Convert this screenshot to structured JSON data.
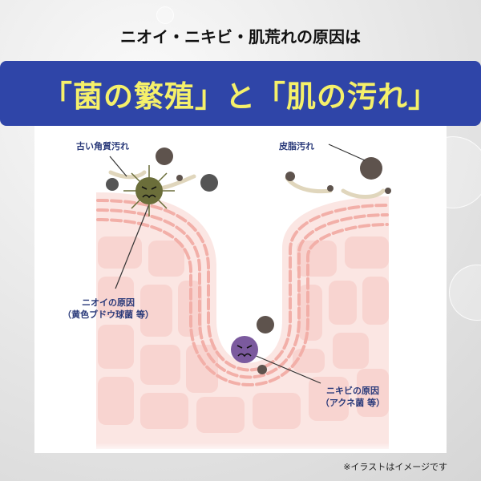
{
  "subtitle": "ニオイ・ニキビ・肌荒れの原因は",
  "headline": "「菌の繁殖」と「肌の汚れ」",
  "labels": {
    "old_keratin": "古い角質汚れ",
    "sebum": "皮脂汚れ",
    "odor_cause": "ニオイの原因",
    "odor_bacteria": "（黄色ブドウ球菌 等）",
    "acne_cause": "ニキビの原因",
    "acne_bacteria": "（アクネ菌 等）"
  },
  "note": "※イラストはイメージです",
  "colors": {
    "banner": "#2F45A8",
    "headline": "#F5F06A",
    "skin": "#FBE3E0",
    "cell_line": "#F2AFA8",
    "bacteria_odor": "#6B6E3A",
    "bacteria_acne": "#7B5A9E",
    "dirt": "#5E534D"
  }
}
